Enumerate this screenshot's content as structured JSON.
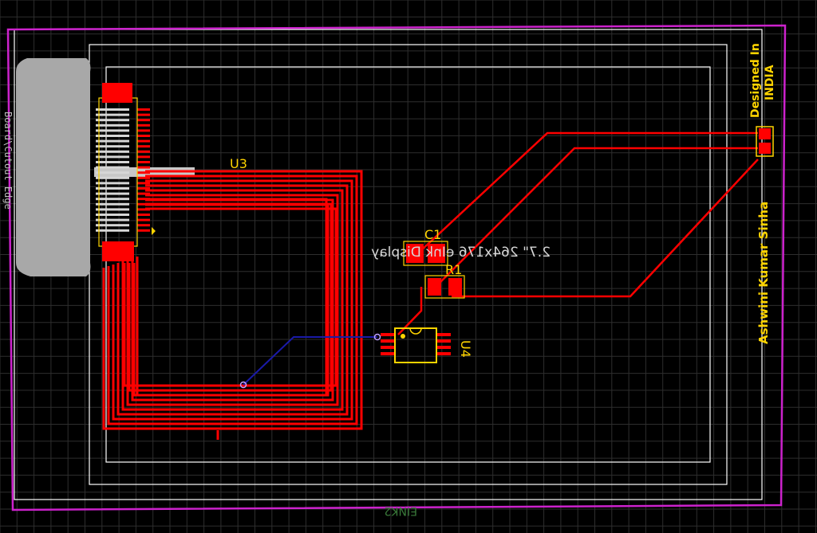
{
  "labels": {
    "u3": "U3",
    "c1": "C1",
    "r1": "R1",
    "u4": "U4",
    "designed_line1": "Designed In",
    "designed_line2": "INDIA",
    "author": "Ashwini Kumar Sinha",
    "display_text": "2.7\" 264x176 eInk Display",
    "edge_layer": "Board\\Cutout Edge",
    "bottom_ref": "EINK2"
  },
  "colors": {
    "background": "#000000",
    "grid": "#2e2e2e",
    "copper_top": "#ff0000",
    "copper_bottom": "#1a1aa8",
    "silkscreen": "#ffd400",
    "outline": "#ffffff",
    "board_edge": "#cc22cc",
    "connector": "#a8a8a8"
  }
}
